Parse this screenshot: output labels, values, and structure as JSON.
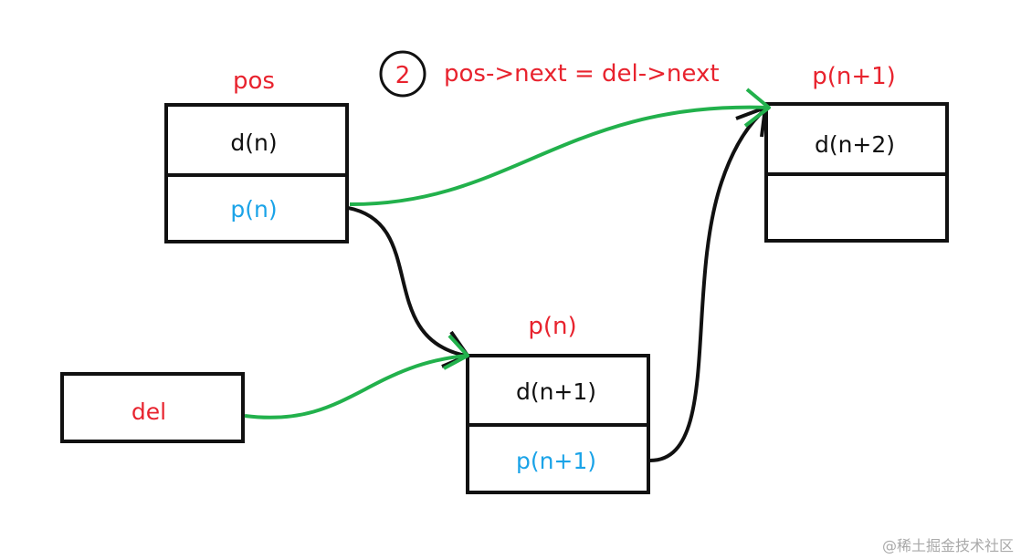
{
  "colors": {
    "red_label": "#e8232e",
    "blue_label": "#1aa3e8",
    "black": "#111111",
    "green_arrow": "#22b14c",
    "watermark": "#a9a9a9"
  },
  "step": {
    "number": "2",
    "text": "pos->next = del->next"
  },
  "nodes": {
    "pos": {
      "label": "pos",
      "data": "d(n)",
      "pointer": "p(n)"
    },
    "pn1": {
      "label": "p(n+1)",
      "data": "d(n+2)",
      "pointer": ""
    },
    "pn": {
      "label": "p(n)",
      "data": "d(n+1)",
      "pointer": "p(n+1)"
    },
    "del": {
      "label": "del"
    }
  },
  "watermark": "@稀土掘金技术社区"
}
